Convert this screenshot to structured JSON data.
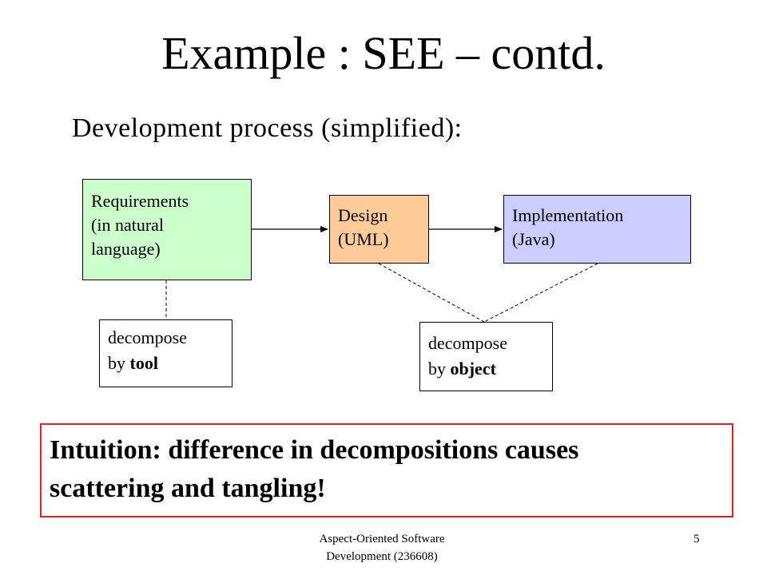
{
  "slide": {
    "title": "Example : SEE – contd.",
    "subtitle": "Development process (simplified):"
  },
  "diagram": {
    "requirements": [
      "Requirements",
      "(in natural",
      "language)"
    ],
    "design": [
      "Design",
      "(UML)"
    ],
    "implementation": [
      "Implementation",
      "(Java)"
    ],
    "note_tool": {
      "line1": "decompose",
      "prefix": "by ",
      "bold": "tool"
    },
    "note_object": {
      "line1": "decompose",
      "prefix": "by ",
      "bold": "object"
    },
    "box_colors": {
      "requirements": "#ccffcc",
      "design": "#ffcc99",
      "implementation": "#ccccff"
    }
  },
  "intuition": {
    "line1": "Intuition: difference in decompositions causes",
    "line2": "scattering and tangling!",
    "border_color": "#e02020"
  },
  "footer": {
    "course_line1": "Aspect-Oriented Software",
    "course_line2": "Development (236608)",
    "page_number": "5"
  }
}
